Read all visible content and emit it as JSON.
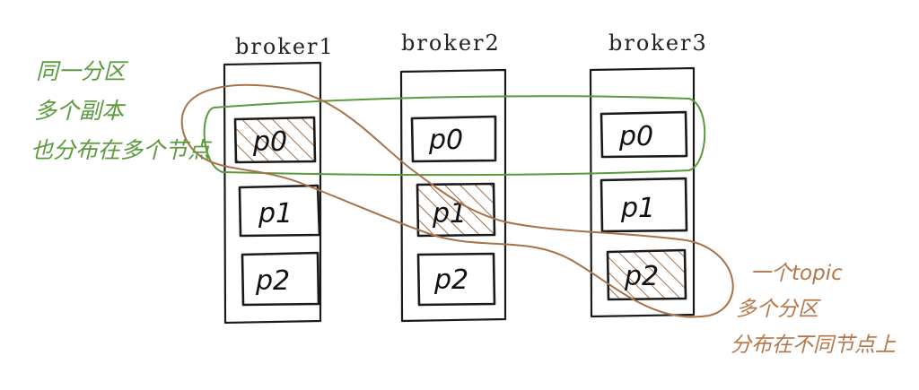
{
  "brokers": [
    {
      "label": "broker1",
      "partitions": [
        {
          "label": "p0",
          "highlighted": true
        },
        {
          "label": "p1",
          "highlighted": false
        },
        {
          "label": "p2",
          "highlighted": false
        }
      ]
    },
    {
      "label": "broker2",
      "partitions": [
        {
          "label": "p0",
          "highlighted": false
        },
        {
          "label": "p1",
          "highlighted": true
        },
        {
          "label": "p2",
          "highlighted": false
        }
      ]
    },
    {
      "label": "broker3",
      "partitions": [
        {
          "label": "p0",
          "highlighted": false
        },
        {
          "label": "p1",
          "highlighted": false
        },
        {
          "label": "p2",
          "highlighted": true
        }
      ]
    }
  ],
  "annotations": {
    "replica_note": {
      "color": "#5b9a3c",
      "lines": [
        "同一分区",
        "多个副本",
        "也分布在多个节点"
      ]
    },
    "topic_note": {
      "color": "#b3764a",
      "lines": [
        "一个topic",
        "多个分区",
        "分布在不同节点上"
      ]
    }
  },
  "colors": {
    "outline": "#1a1a1a",
    "hatch": "#a0704a",
    "replica_loop": "#5b9a3c",
    "topic_loop": "#a87249"
  }
}
